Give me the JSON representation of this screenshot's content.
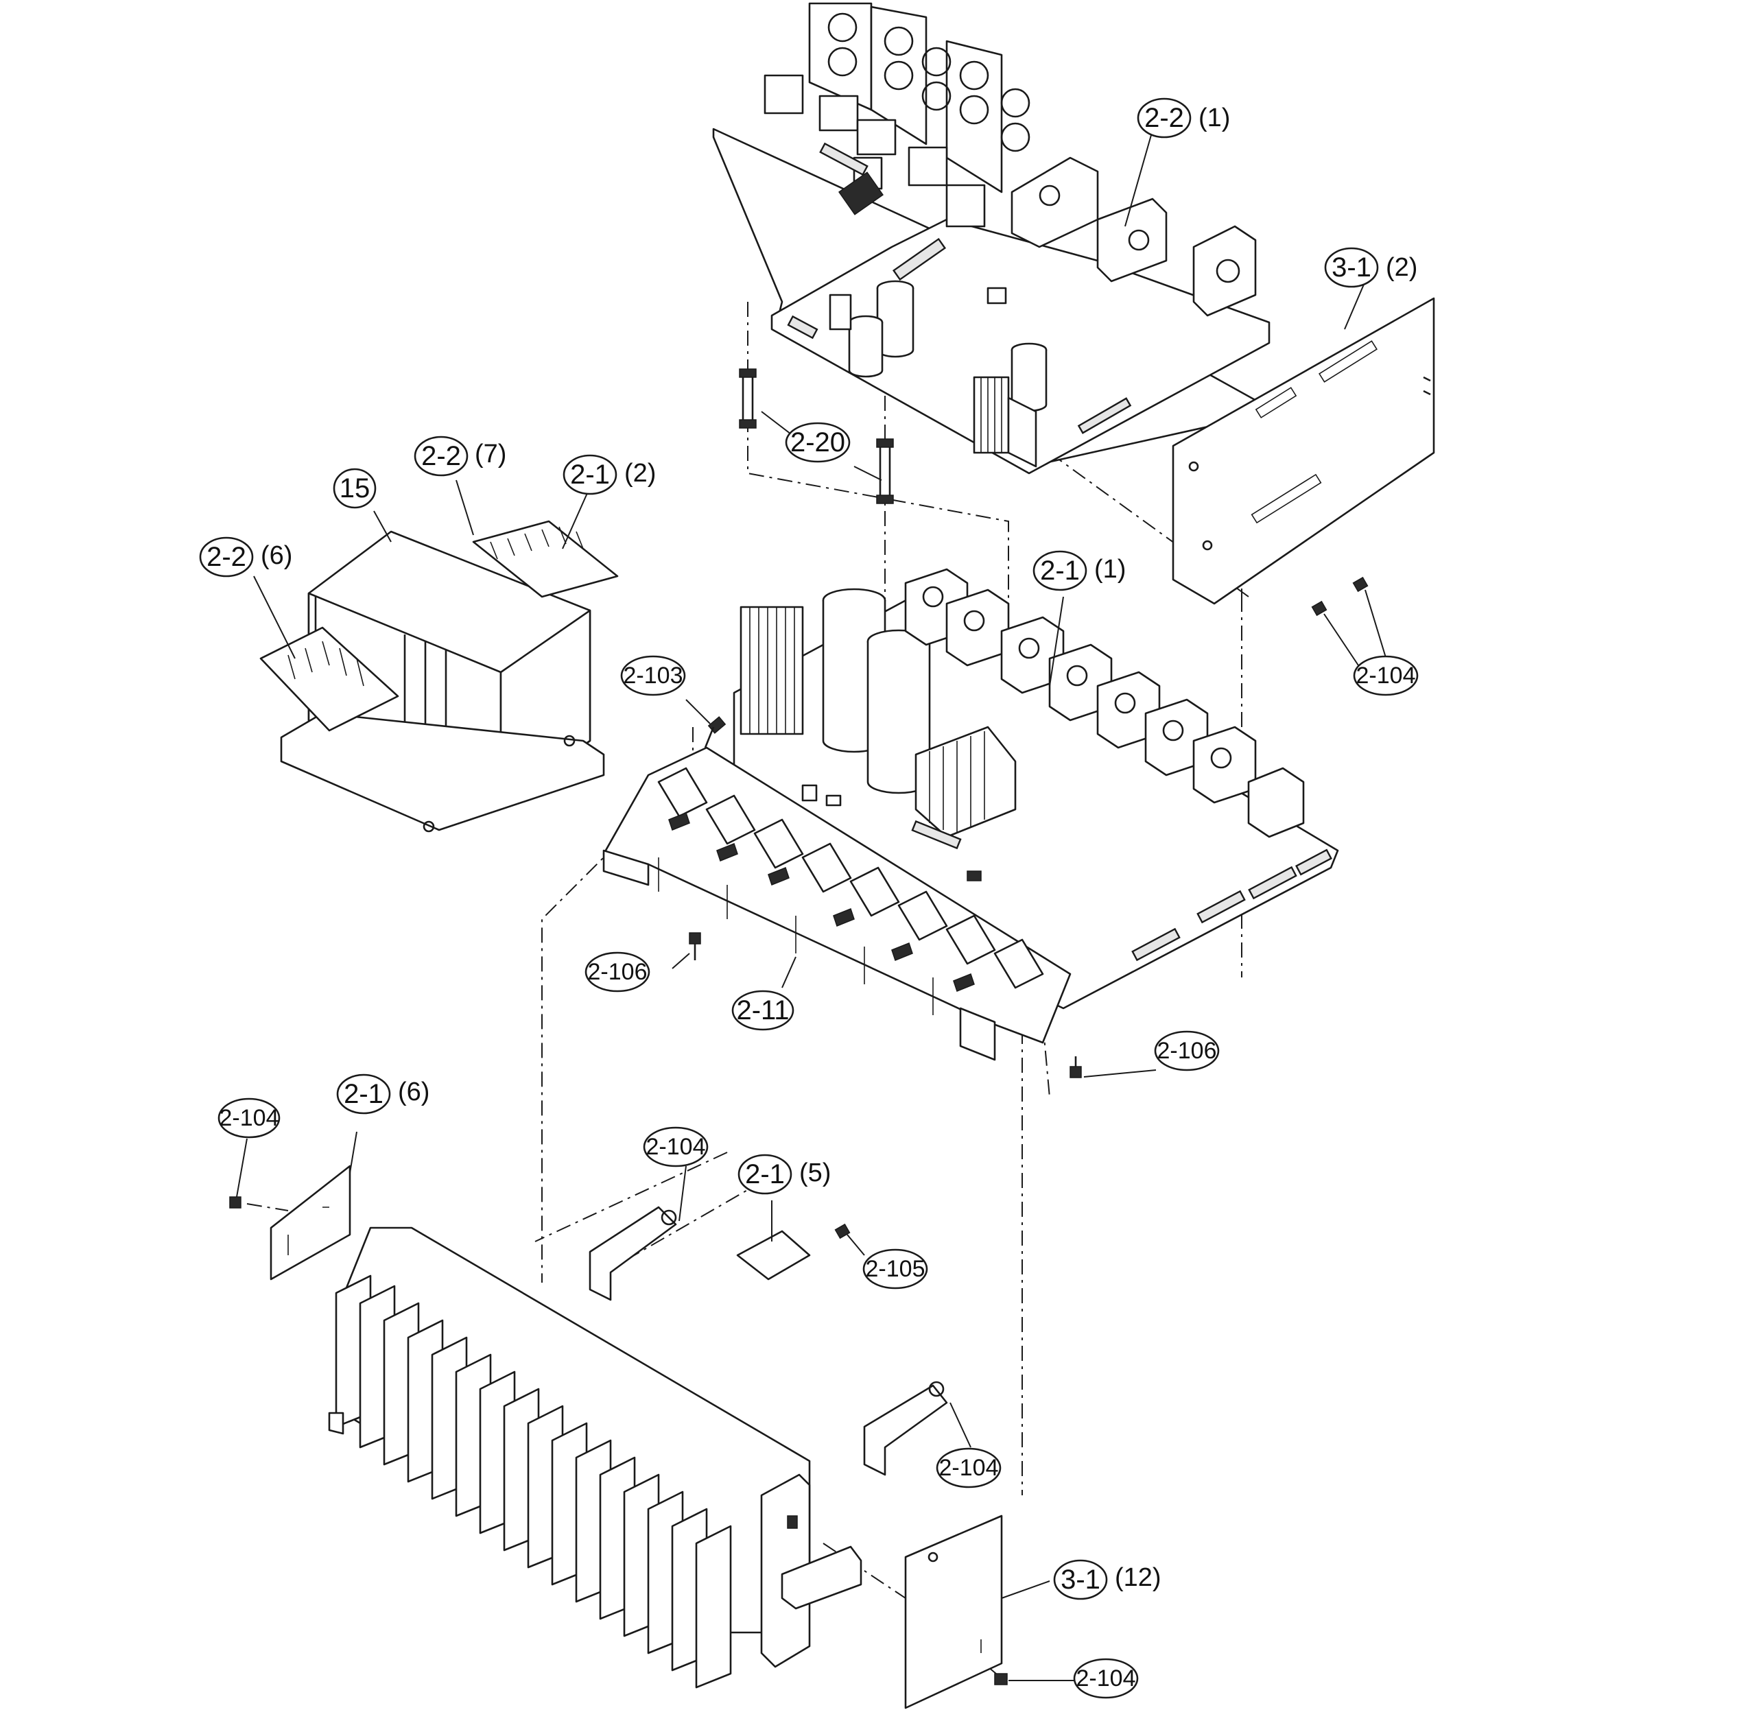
{
  "callouts": [
    {
      "id": "c1",
      "ref": "2-2",
      "qty": "(1)"
    },
    {
      "id": "c2",
      "ref": "3-1",
      "qty": "(2)"
    },
    {
      "id": "c3",
      "ref": "2-20",
      "qty": ""
    },
    {
      "id": "c4",
      "ref": "2-2",
      "qty": "(7)"
    },
    {
      "id": "c5",
      "ref": "2-1",
      "qty": "(2)"
    },
    {
      "id": "c6",
      "ref": "15",
      "qty": ""
    },
    {
      "id": "c7",
      "ref": "2-2",
      "qty": "(6)"
    },
    {
      "id": "c8",
      "ref": "2-1",
      "qty": "(1)"
    },
    {
      "id": "c9",
      "ref": "2-104",
      "qty": ""
    },
    {
      "id": "c10",
      "ref": "2-103",
      "qty": ""
    },
    {
      "id": "c11",
      "ref": "2-106",
      "qty": ""
    },
    {
      "id": "c12",
      "ref": "2-11",
      "qty": ""
    },
    {
      "id": "c13",
      "ref": "2-106",
      "qty": ""
    },
    {
      "id": "c14",
      "ref": "2-104",
      "qty": ""
    },
    {
      "id": "c15",
      "ref": "2-1",
      "qty": "(6)"
    },
    {
      "id": "c16",
      "ref": "2-104",
      "qty": ""
    },
    {
      "id": "c17",
      "ref": "2-1",
      "qty": "(5)"
    },
    {
      "id": "c18",
      "ref": "2-105",
      "qty": ""
    },
    {
      "id": "c19",
      "ref": "2-104",
      "qty": ""
    },
    {
      "id": "c20",
      "ref": "3-1",
      "qty": "(12)"
    },
    {
      "id": "c21",
      "ref": "2-104",
      "qty": ""
    }
  ]
}
